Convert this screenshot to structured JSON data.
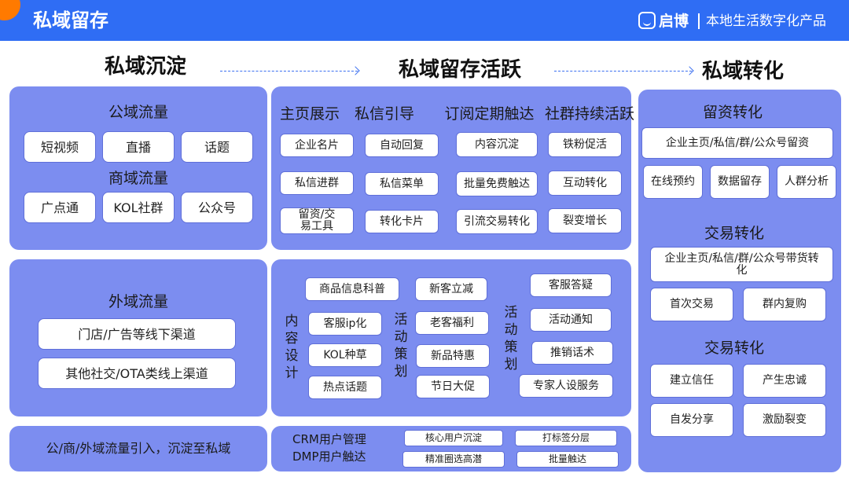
{
  "header": {
    "title": "私域留存",
    "brand": "启博",
    "slogan": "本地生活数字化产品",
    "colors": {
      "bar": "#2f6df4",
      "accent": "#ff7a00",
      "panel": "#7c8df0"
    }
  },
  "stages": [
    "私域沉淀",
    "私域留存活跃",
    "私域转化"
  ],
  "left": {
    "public_title": "公域流量",
    "public_items": [
      "短视频",
      "直播",
      "话题"
    ],
    "commerce_title": "商域流量",
    "commerce_items": [
      "广点通",
      "KOL社群",
      "公众号"
    ],
    "external_title": "外域流量",
    "external_items": [
      "门店/广告等线下渠道",
      "其他社交/OTA类线上渠道"
    ],
    "bottom_text": "公/商/外域流量引入，沉淀至私域"
  },
  "middle": {
    "col_titles": [
      "主页展示",
      "私信引导",
      "订阅定期触达",
      "社群持续活跃"
    ],
    "home_items": [
      "企业名片",
      "私信进群",
      "留资/交易工具"
    ],
    "dm_items": [
      "自动回复",
      "私信菜单",
      "转化卡片"
    ],
    "sub_items": [
      "内容沉淀",
      "批量免费触达",
      "引流交易转化"
    ],
    "group_items": [
      "铁粉促活",
      "互动转化",
      "裂变增长"
    ],
    "content_label": "内容设计",
    "content_items": [
      "商品信息科普",
      "客服ip化",
      "KOL种草",
      "热点话题"
    ],
    "activity_label_1": "活动策划",
    "activity_items_1": [
      "新客立减",
      "老客福利",
      "新品特惠",
      "节日大促"
    ],
    "activity_label_2": "活动策划",
    "activity_items_2": [
      "客服答疑",
      "活动通知",
      "推销话术",
      "专家人设服务"
    ],
    "crm_label": "CRM用户管理",
    "dmp_label": "DMP用户触达",
    "bottom_items": [
      "核心用户沉淀",
      "打标签分层",
      "精准圈选高潜",
      "批量触达"
    ]
  },
  "right": {
    "retain_title": "留资转化",
    "retain_wide": "企业主页/私信/群/公众号留资",
    "retain_items": [
      "在线预约",
      "数据留存",
      "人群分析"
    ],
    "trade_title_1": "交易转化",
    "trade_wide": "企业主页/私信/群/公众号带货转化",
    "trade_items_1": [
      "首次交易",
      "群内复购"
    ],
    "trade_title_2": "交易转化",
    "trade_items_2": [
      "建立信任",
      "产生忠诚",
      "自发分享",
      "激励裂变"
    ]
  }
}
